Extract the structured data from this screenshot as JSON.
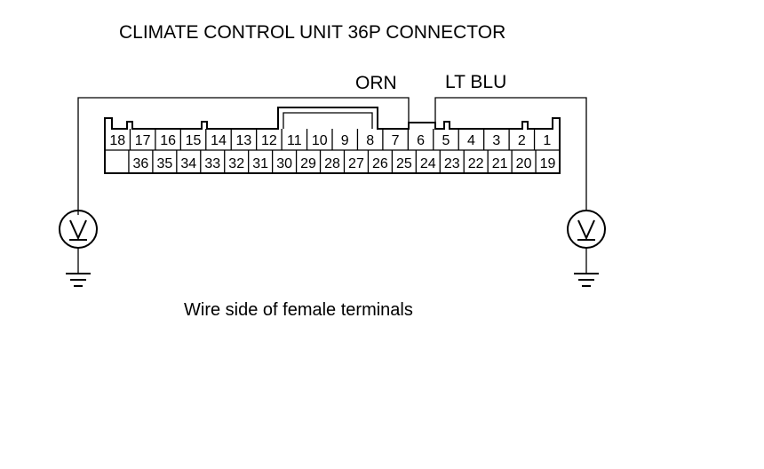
{
  "diagram": {
    "title": "CLIMATE CONTROL UNIT 36P CONNECTOR",
    "wire_left": "ORN",
    "wire_right": "LT BLU",
    "caption": "Wire side of female terminals",
    "connector": {
      "top_row": [
        "18",
        "17",
        "16",
        "15",
        "14",
        "13",
        "12",
        "11",
        "10",
        "9",
        "8",
        "7",
        "6",
        "5",
        "4",
        "3",
        "2",
        "1"
      ],
      "bottom_row": [
        "",
        "36",
        "35",
        "34",
        "33",
        "32",
        "31",
        "30",
        "29",
        "28",
        "27",
        "26",
        "25",
        "24",
        "23",
        "22",
        "21",
        "20",
        "19"
      ]
    },
    "meters": [
      {
        "name": "left-voltmeter",
        "symbol": "V"
      },
      {
        "name": "right-voltmeter",
        "symbol": "V"
      }
    ]
  }
}
